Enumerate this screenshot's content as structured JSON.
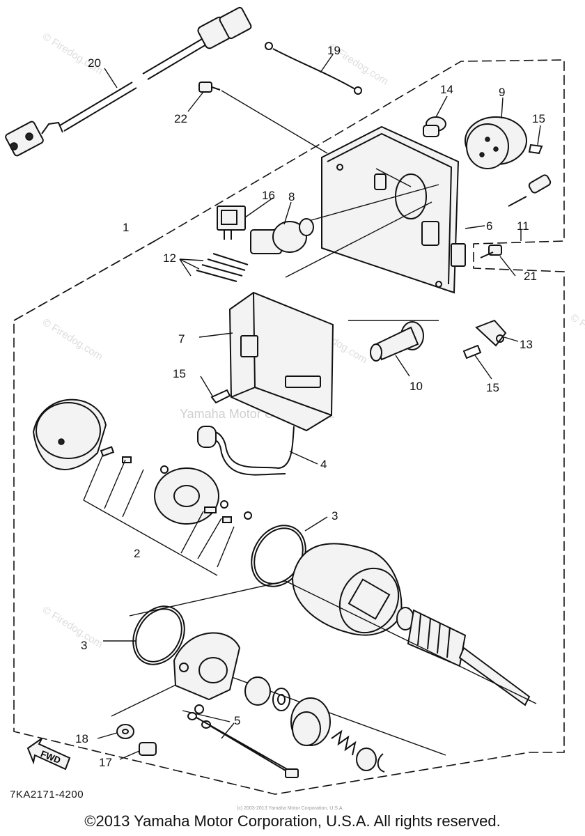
{
  "watermarks": {
    "firedog": "© Firedog.com",
    "yamaha": "Yamaha Motor Corp, U.S.A."
  },
  "callouts": [
    "1",
    "2",
    "3",
    "3",
    "4",
    "5",
    "6",
    "7",
    "8",
    "9",
    "10",
    "11",
    "12",
    "13",
    "14",
    "15",
    "15",
    "15",
    "16",
    "17",
    "18",
    "19",
    "20",
    "21",
    "22"
  ],
  "fwd_label": "FWD",
  "part_number": "7KA2171-4200",
  "tiny_note": "(c) 2003-2013 Yamaha Motor Corporation, U.S.A.",
  "copyright": "©2013 Yamaha Motor Corporation, U.S.A. All rights reserved."
}
